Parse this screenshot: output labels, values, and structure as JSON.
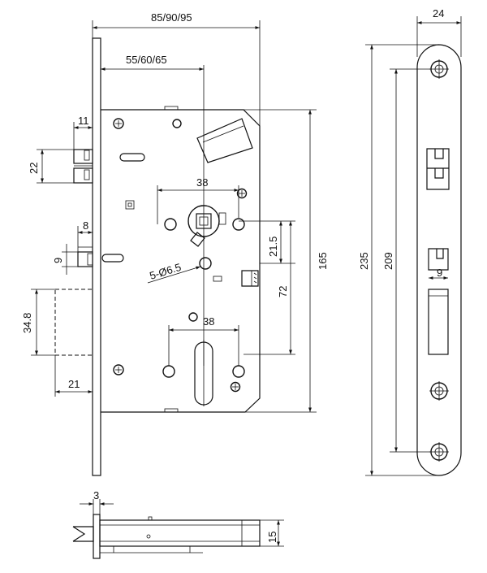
{
  "dimensions": {
    "backset_range": "85/90/95",
    "handle_backset": "55/60/65",
    "latch_projection": "11",
    "latch_height": "22",
    "deadlatch_projection": "8",
    "deadlatch_height": "9",
    "bolt_height": "34.8",
    "bolt_throw": "21",
    "spindle_width": "38",
    "cylinder_width": "38",
    "spindle_offset": "21.5",
    "distance_center": "72",
    "case_height": "165",
    "screw_holes": "5-Ø6.5",
    "faceplate_width": "24",
    "faceplate_length": "235",
    "fixing_distance": "209",
    "slot_width": "9",
    "faceplate_thickness": "3",
    "case_depth": "15"
  }
}
